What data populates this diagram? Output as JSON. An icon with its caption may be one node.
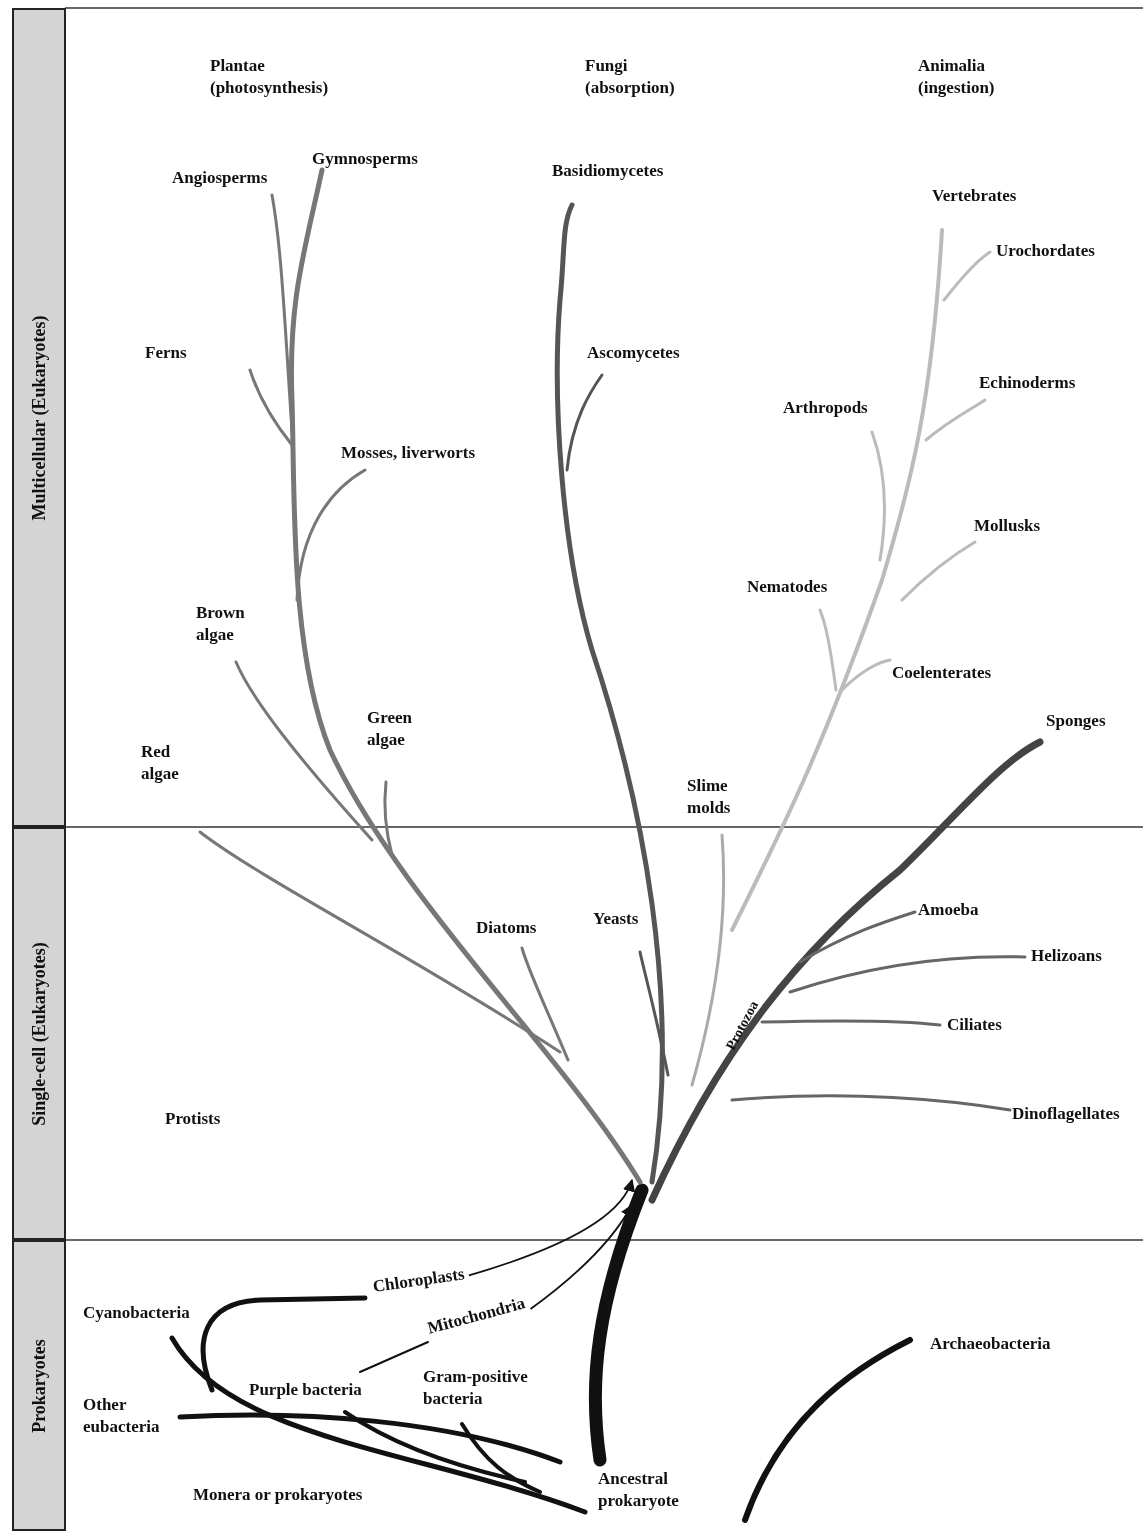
{
  "diagram": {
    "nodes": [
      {
        "text": [
          "Multicellular (Eukaryotes)"
        ]
      },
      {
        "text": [
          "Single-cell (Eukaryotes)"
        ]
      },
      {
        "text": [
          "Prokaryotes"
        ]
      },
      {
        "text": [
          "Chloroplasts"
        ]
      },
      {
        "text": [
          "Mitochondria"
        ]
      }
    ],
    "edges": [
      {
        "from": 3,
        "to": null,
        "arrow": "to"
      },
      {
        "from": 4,
        "to": null,
        "arrow": "to"
      }
    ],
    "labels": [
      "Plantae (photosynthesis)",
      "Fungi (absorption)",
      "Animalia (ingestion)",
      "Gymnosperms",
      "Angiosperms",
      "Basidiomycetes",
      "Vertebrates",
      "Urochordates",
      "Ferns",
      "Ascomycetes",
      "Echinoderms",
      "Arthropods",
      "Mosses, liverworts",
      "Mollusks",
      "Nematodes",
      "Brown algae",
      "Coelenterates",
      "Sponges",
      "Green algae",
      "Red algae",
      "Slime molds",
      "Amoeba",
      "Diatoms",
      "Yeasts",
      "Helizoans",
      "Ciliates",
      "Protozoa",
      "Protists",
      "Dinoflagellates",
      "Cyanobacteria",
      "Archaeobacteria",
      "Purple bacteria",
      "Gram-positive bacteria",
      "Other eubacteria",
      "Monera or prokaryotes",
      "Ancestral prokaryote"
    ]
  }
}
